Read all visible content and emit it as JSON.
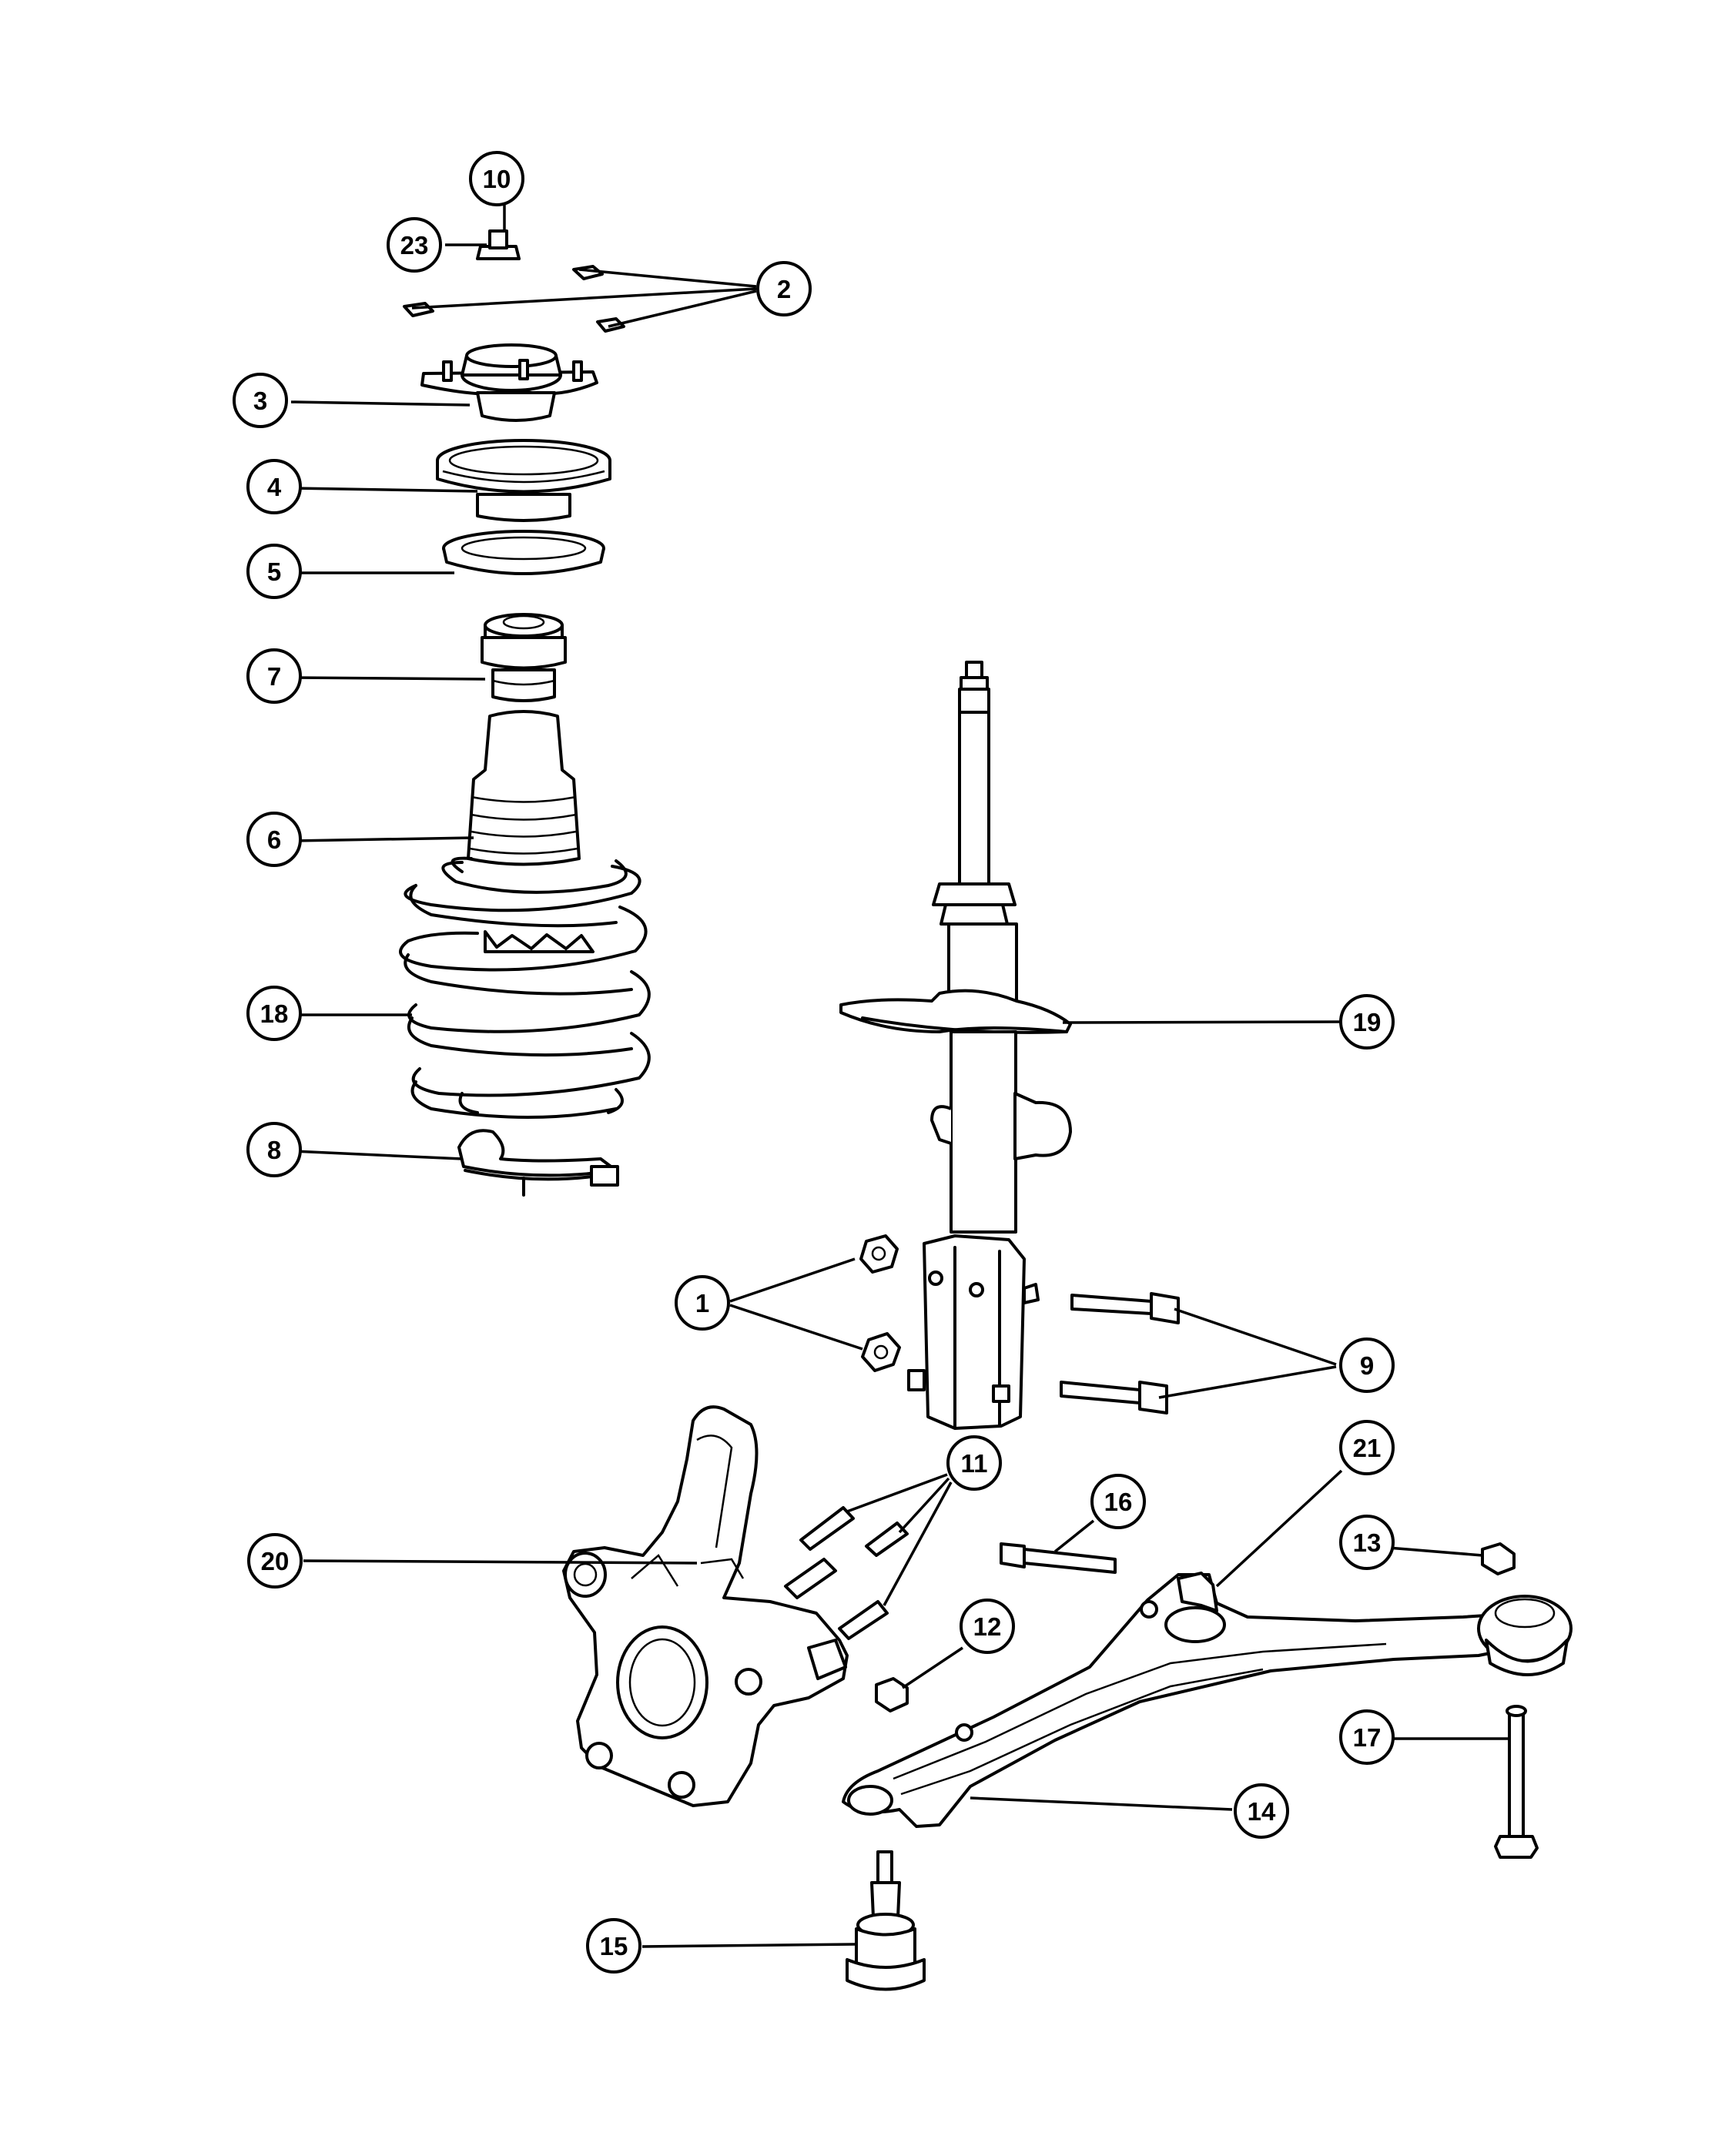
{
  "callouts": {
    "c1": "1",
    "c2": "2",
    "c3": "3",
    "c4": "4",
    "c5": "5",
    "c6": "6",
    "c7": "7",
    "c8": "8",
    "c9": "9",
    "c10": "10",
    "c11": "11",
    "c12": "12",
    "c13": "13",
    "c14": "14",
    "c15": "15",
    "c16": "16",
    "c17": "17",
    "c18": "18",
    "c19": "19",
    "c20": "20",
    "c21": "21",
    "c23": "23"
  }
}
